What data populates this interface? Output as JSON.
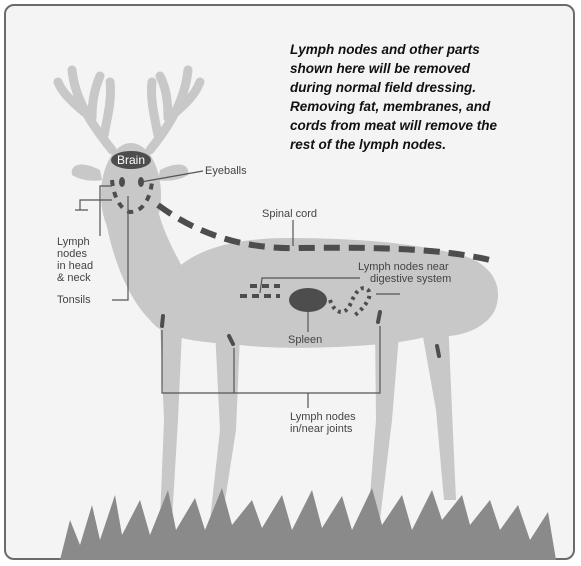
{
  "caption": {
    "lines": [
      "Lymph nodes and other parts",
      "shown here will be removed",
      "during normal field dressing.",
      "Removing fat, membranes, and",
      "cords from meat will remove the",
      "rest of the lymph nodes."
    ]
  },
  "labels": {
    "brain": "Brain",
    "eyeballs": "Eyeballs",
    "lymph_head_neck": [
      "Lymph",
      "nodes",
      "in head",
      "& neck"
    ],
    "tonsils": "Tonsils",
    "spinal_cord": "Spinal cord",
    "lymph_digestive": [
      "Lymph nodes near",
      "digestive system"
    ],
    "spleen": "Spleen",
    "lymph_joints": [
      "Lymph nodes",
      "in/near joints"
    ]
  },
  "colors": {
    "deer": "#c8c8c8",
    "grass": "#8a8a8a",
    "organs": "#4d4d4d",
    "lines": "#555555",
    "background": "#f4f4f4"
  }
}
